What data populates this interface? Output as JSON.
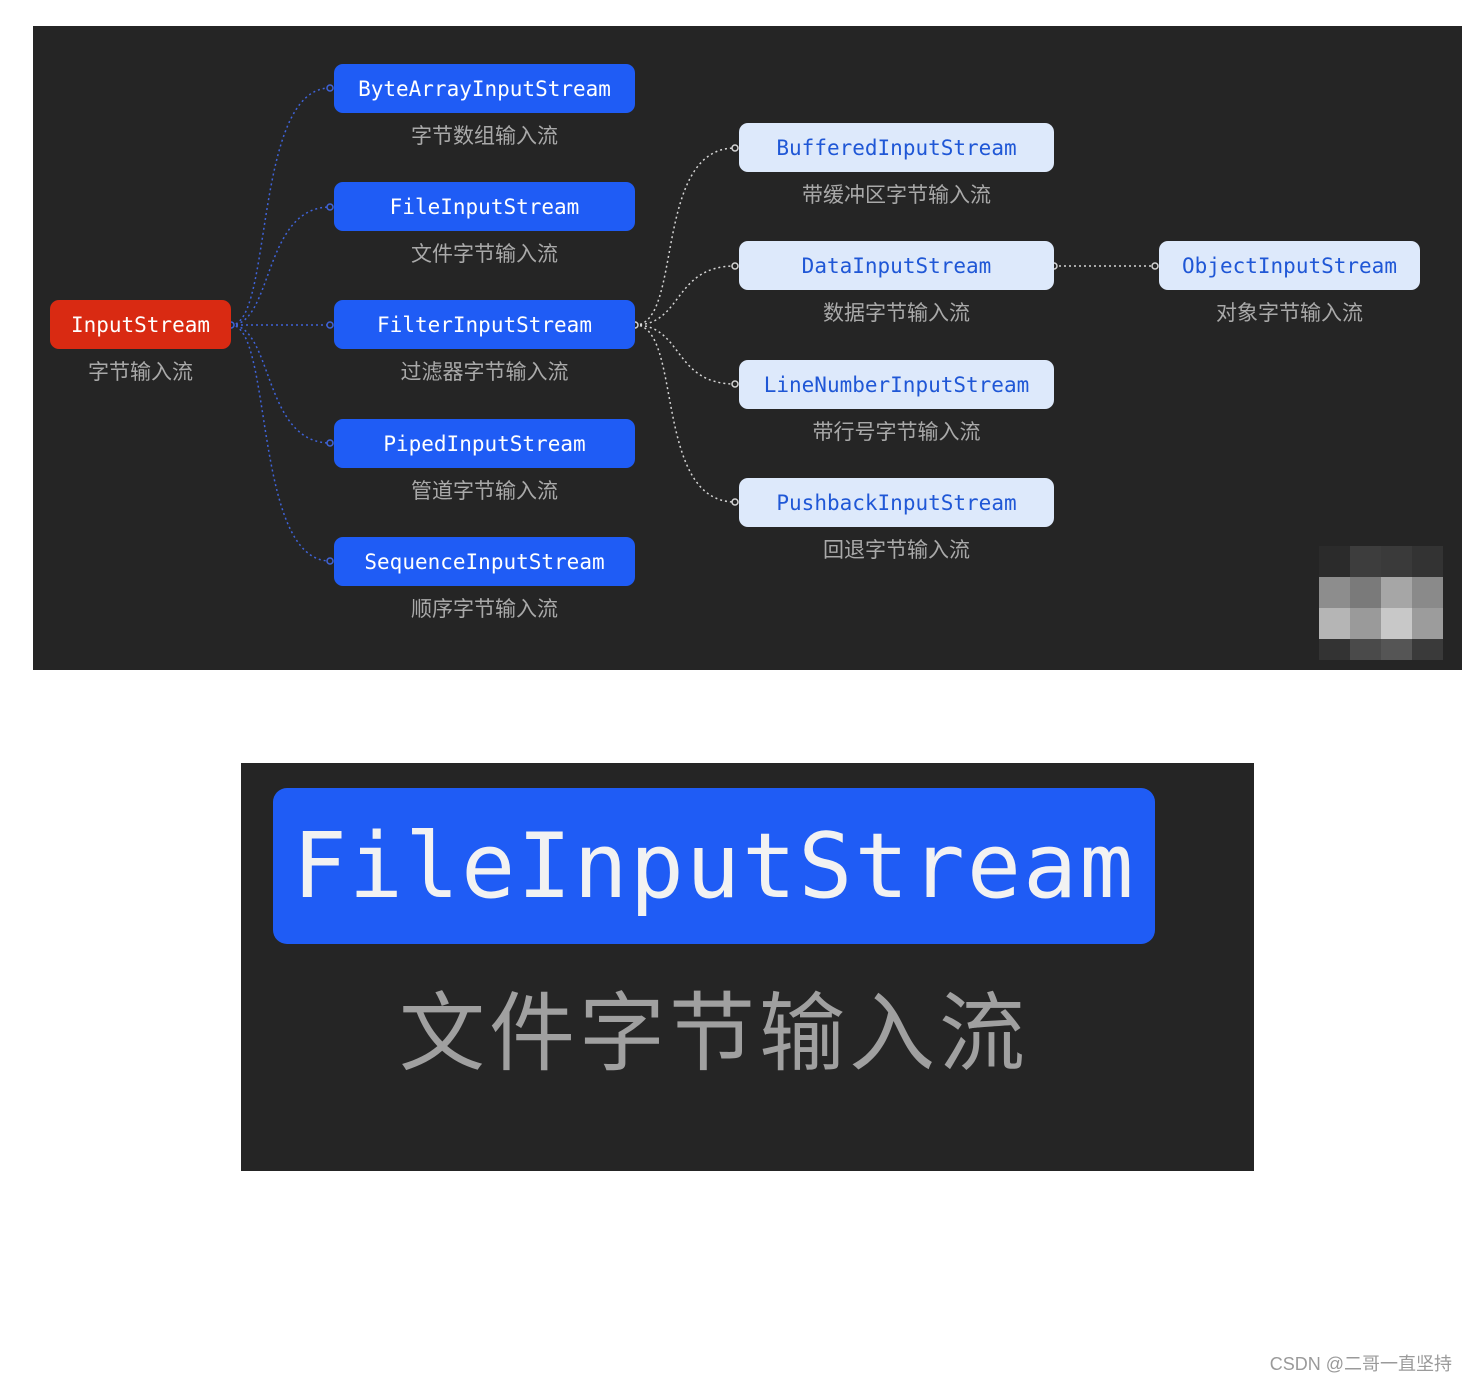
{
  "diagram": {
    "root": {
      "name": "InputStream",
      "desc": "字节输入流"
    },
    "level1": [
      {
        "name": "ByteArrayInputStream",
        "desc": "字节数组输入流"
      },
      {
        "name": "FileInputStream",
        "desc": "文件字节输入流"
      },
      {
        "name": "FilterInputStream",
        "desc": "过滤器字节输入流"
      },
      {
        "name": "PipedInputStream",
        "desc": "管道字节输入流"
      },
      {
        "name": "SequenceInputStream",
        "desc": "顺序字节输入流"
      }
    ],
    "level2": [
      {
        "name": "BufferedInputStream",
        "desc": "带缓冲区字节输入流"
      },
      {
        "name": "DataInputStream",
        "desc": "数据字节输入流"
      },
      {
        "name": "LineNumberInputStream",
        "desc": "带行号字节输入流"
      },
      {
        "name": "PushbackInputStream",
        "desc": "回退字节输入流"
      }
    ],
    "level3": [
      {
        "name": "ObjectInputStream",
        "desc": "对象字节输入流"
      }
    ]
  },
  "zoom": {
    "name": "FileInputStream",
    "desc": "文件字节输入流"
  },
  "watermark": "CSDN @二哥一直坚持",
  "colors": {
    "background": "#252525",
    "root": "#d92a12",
    "primary": "#1f5cf5",
    "light_node": "#dde9fb",
    "light_text": "#1f57d6",
    "caption": "#a9a9a9"
  }
}
